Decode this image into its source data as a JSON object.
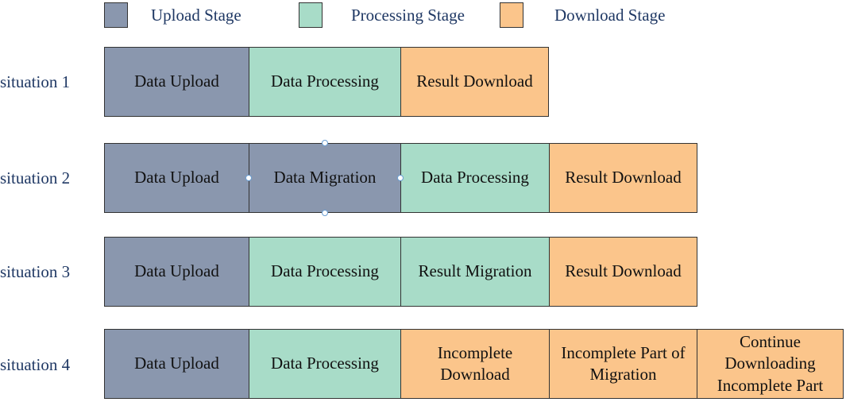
{
  "colors": {
    "upload": "#8a97ae",
    "processing": "#a8dcc8",
    "download": "#fbc58b",
    "label_text": "#1f3864"
  },
  "legend": [
    {
      "label": "Upload Stage",
      "stage": "upload"
    },
    {
      "label": "Processing Stage",
      "stage": "processing"
    },
    {
      "label": "Download Stage",
      "stage": "download"
    }
  ],
  "rows": [
    {
      "label": "situation 1",
      "blocks": [
        {
          "text": "Data Upload",
          "stage": "upload"
        },
        {
          "text": "Data Processing",
          "stage": "processing"
        },
        {
          "text": "Result Download",
          "stage": "download"
        }
      ]
    },
    {
      "label": "situation 2",
      "blocks": [
        {
          "text": "Data Upload",
          "stage": "upload"
        },
        {
          "text": "Data Migration",
          "stage": "upload"
        },
        {
          "text": "Data Processing",
          "stage": "processing"
        },
        {
          "text": "Result Download",
          "stage": "download"
        }
      ]
    },
    {
      "label": "situation 3",
      "blocks": [
        {
          "text": "Data Upload",
          "stage": "upload"
        },
        {
          "text": "Data Processing",
          "stage": "processing"
        },
        {
          "text": "Result Migration",
          "stage": "processing"
        },
        {
          "text": "Result Download",
          "stage": "download"
        }
      ]
    },
    {
      "label": "situation 4",
      "blocks": [
        {
          "text": "Data Upload",
          "stage": "upload"
        },
        {
          "text": "Data Processing",
          "stage": "processing"
        },
        {
          "text": "Incomplete Download",
          "stage": "download"
        },
        {
          "text": "Incomplete Part of Migration",
          "stage": "download"
        },
        {
          "text": "Continue Downloading Incomplete Part",
          "stage": "download"
        }
      ]
    }
  ]
}
